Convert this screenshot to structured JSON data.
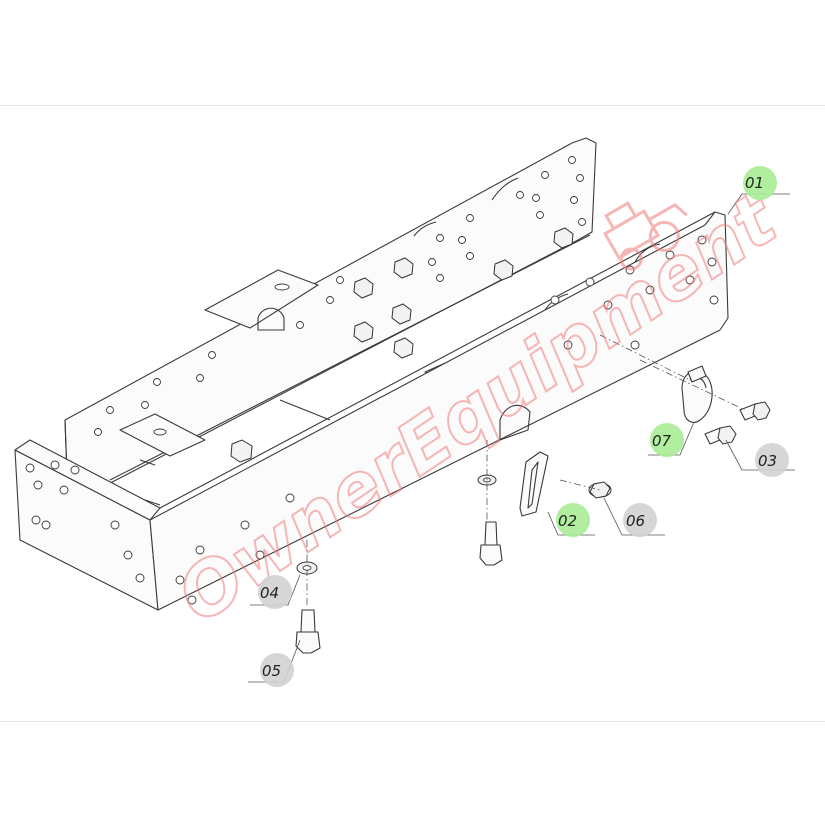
{
  "watermark": {
    "text": "OwnerEquipment",
    "color": "#f07c7c"
  },
  "callouts": [
    {
      "label": "01",
      "highlight": "#a8ec96"
    },
    {
      "label": "02",
      "highlight": "#a8ec96"
    },
    {
      "label": "03",
      "highlight": "#d2d2d2"
    },
    {
      "label": "04",
      "highlight": "#d2d2d2"
    },
    {
      "label": "05",
      "highlight": "#d2d2d2"
    },
    {
      "label": "06",
      "highlight": "#d2d2d2"
    },
    {
      "label": "07",
      "highlight": "#a8ec96"
    }
  ]
}
